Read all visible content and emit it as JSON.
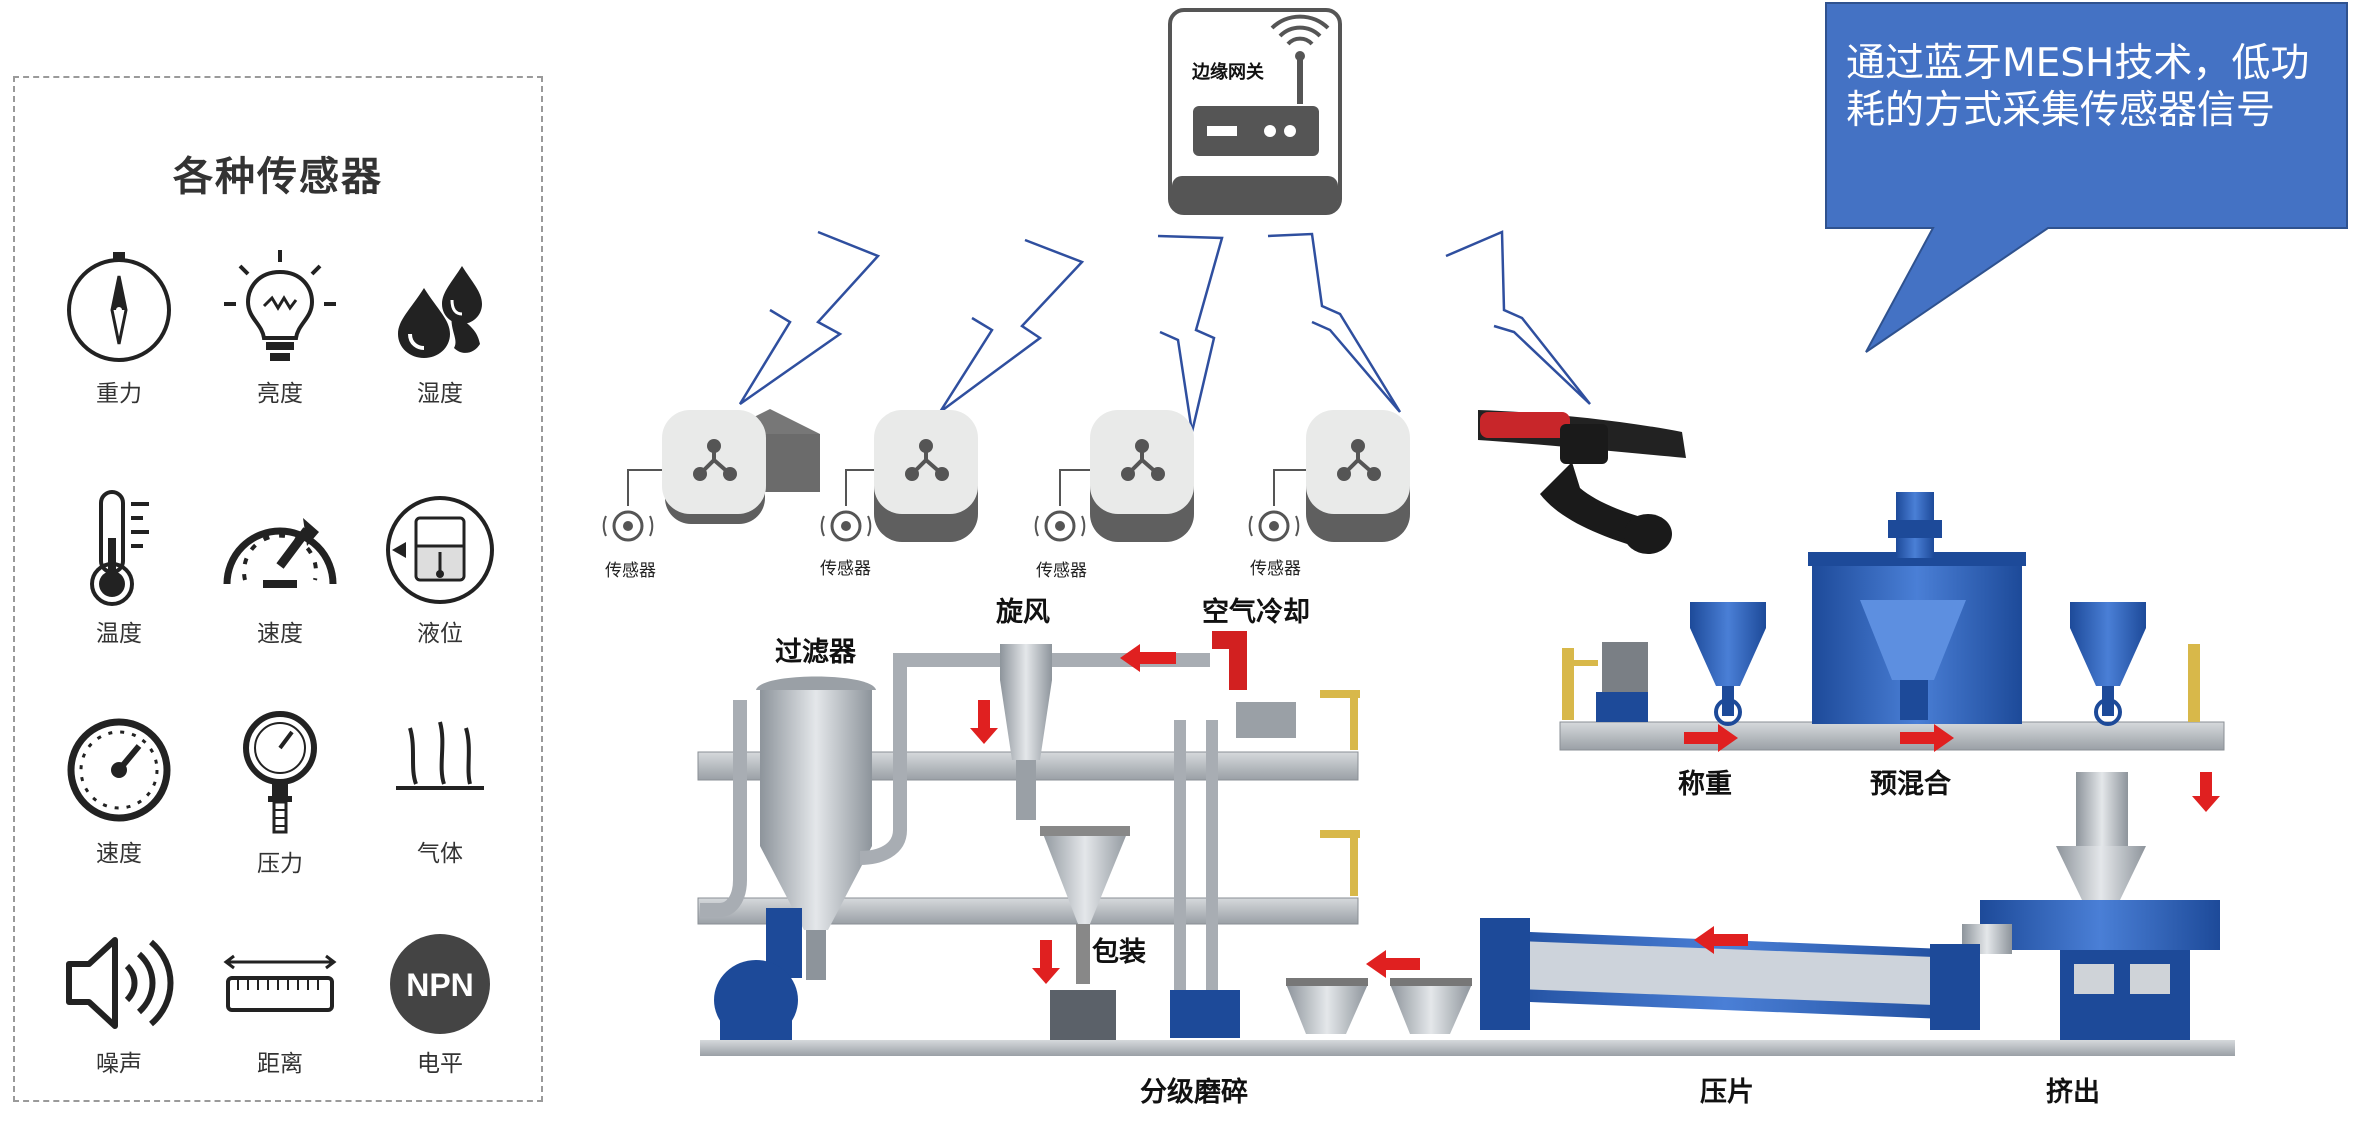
{
  "panel": {
    "title": "各种传感器",
    "sensors": [
      {
        "label": "重力",
        "icon": "compass-icon"
      },
      {
        "label": "亮度",
        "icon": "light-bulb-icon"
      },
      {
        "label": "湿度",
        "icon": "water-drops-icon"
      },
      {
        "label": "温度",
        "icon": "thermometer-icon"
      },
      {
        "label": "速度",
        "icon": "gauge-icon"
      },
      {
        "label": "液位",
        "icon": "liquid-level-icon"
      },
      {
        "label": "速度",
        "icon": "speedometer-icon"
      },
      {
        "label": "压力",
        "icon": "pressure-gauge-icon"
      },
      {
        "label": "气体",
        "icon": "gas-icon"
      },
      {
        "label": "噪声",
        "icon": "speaker-icon"
      },
      {
        "label": "距离",
        "icon": "ruler-icon"
      },
      {
        "label": "电平",
        "icon": "npn-icon"
      }
    ],
    "npn_text": "NPN"
  },
  "gateway": {
    "label": "边缘网关",
    "icon": "router-icon"
  },
  "callout": {
    "text": "通过蓝牙MESH技术，低功耗的方式采集传感器信号",
    "color": "#4472c4"
  },
  "nodes": [
    {
      "label": "传感器"
    },
    {
      "label": "传感器"
    },
    {
      "label": "传感器"
    },
    {
      "label": "传感器"
    }
  ],
  "process": {
    "filter": "过滤器",
    "cyclone": "旋风",
    "air_cooling": "空气冷却",
    "packaging": "包装",
    "grinding": "分级磨碎",
    "weighing": "称重",
    "premix": "预混合",
    "pressing": "压片",
    "extrusion": "挤出"
  },
  "colors": {
    "flow_arrow": "#e02020",
    "lightning": "#2f4f9f",
    "machine_blue": "#2a5cb0",
    "steel": "#b9bec4"
  }
}
